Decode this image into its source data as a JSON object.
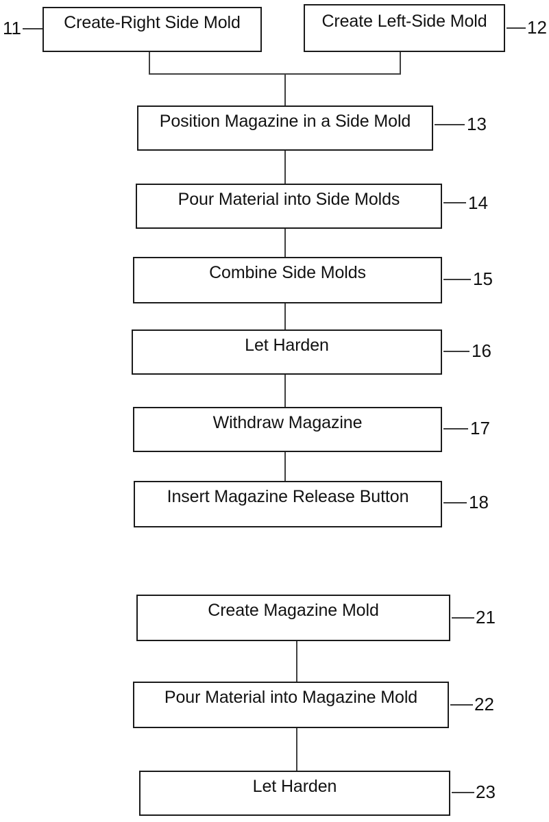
{
  "figure": {
    "type": "flowchart",
    "orientation": "vertical",
    "background_color": "#ffffff",
    "line_color": "#1a1a1a",
    "text_color": "#121212",
    "groups": [
      {
        "name": "side-mold-process",
        "nodes": [
          {
            "ref": "11",
            "label": "Create-Right Side Mold",
            "ref_side": "left"
          },
          {
            "ref": "12",
            "label": "Create Left-Side Mold",
            "ref_side": "right"
          },
          {
            "ref": "13",
            "label": "Position Magazine in a Side Mold",
            "ref_side": "right"
          },
          {
            "ref": "14",
            "label": "Pour Material into Side Molds",
            "ref_side": "right"
          },
          {
            "ref": "15",
            "label": "Combine Side Molds",
            "ref_side": "right"
          },
          {
            "ref": "16",
            "label": "Let Harden",
            "ref_side": "right"
          },
          {
            "ref": "17",
            "label": "Withdraw Magazine",
            "ref_side": "right"
          },
          {
            "ref": "18",
            "label": "Insert Magazine Release Button",
            "ref_side": "right"
          }
        ]
      },
      {
        "name": "magazine-mold-process",
        "nodes": [
          {
            "ref": "21",
            "label": "Create Magazine Mold",
            "ref_side": "right"
          },
          {
            "ref": "22",
            "label": "Pour Material into Magazine Mold",
            "ref_side": "right"
          },
          {
            "ref": "23",
            "label": "Let Harden",
            "ref_side": "right"
          }
        ]
      }
    ],
    "connections": [
      {
        "from": "11",
        "to": "13",
        "style": "merge-elbow"
      },
      {
        "from": "12",
        "to": "13",
        "style": "merge-elbow"
      },
      {
        "from": "13",
        "to": "14",
        "style": "straight"
      },
      {
        "from": "14",
        "to": "15",
        "style": "straight"
      },
      {
        "from": "15",
        "to": "16",
        "style": "straight"
      },
      {
        "from": "16",
        "to": "17",
        "style": "straight"
      },
      {
        "from": "17",
        "to": "18",
        "style": "straight"
      },
      {
        "from": "21",
        "to": "22",
        "style": "straight"
      },
      {
        "from": "22",
        "to": "23",
        "style": "straight"
      }
    ]
  }
}
